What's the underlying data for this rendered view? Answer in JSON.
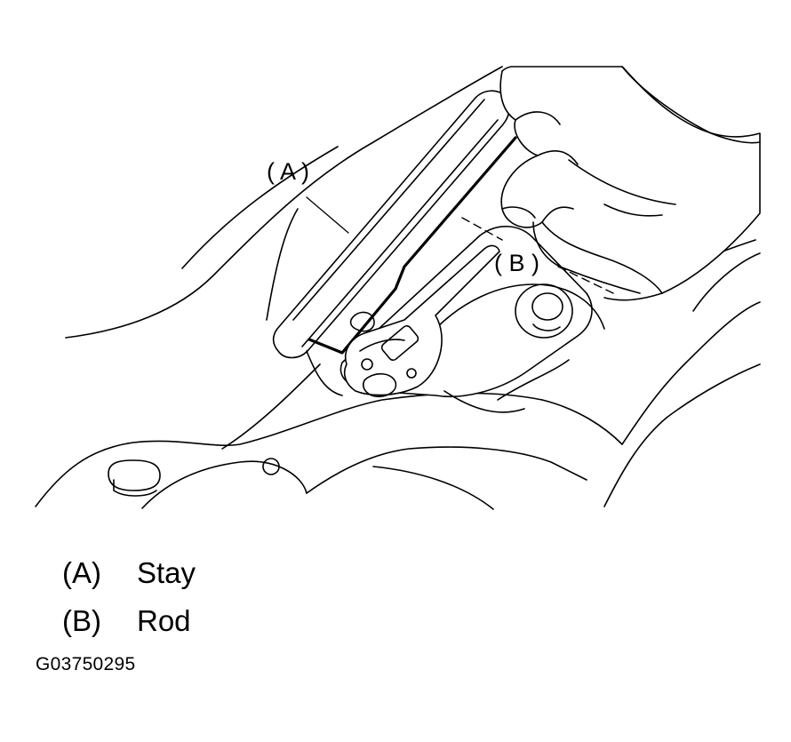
{
  "callouts": {
    "a": "( A )",
    "b": "( B )"
  },
  "legend": [
    {
      "key": "(A)",
      "label": "Stay"
    },
    {
      "key": "(B)",
      "label": "Rod"
    }
  ],
  "figure_id": "G03750295"
}
